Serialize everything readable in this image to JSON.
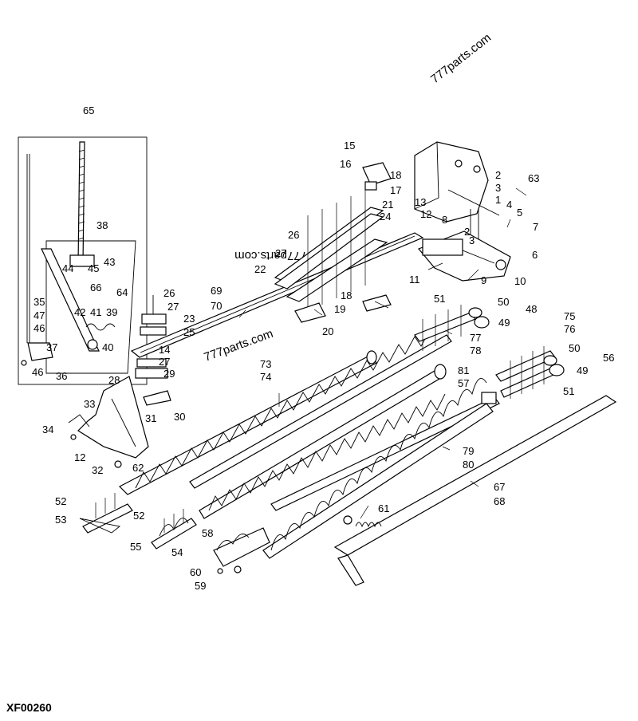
{
  "watermark": "777parts.com",
  "figure_code": "XF00260",
  "labels": [
    "65",
    "38",
    "44",
    "45",
    "43",
    "66",
    "64",
    "42",
    "41",
    "39",
    "40",
    "35",
    "47",
    "46",
    "37",
    "46",
    "36",
    "15",
    "16",
    "18",
    "17",
    "21",
    "24",
    "13",
    "12",
    "8",
    "2",
    "3",
    "1",
    "4",
    "5",
    "63",
    "7",
    "2",
    "3",
    "6",
    "11",
    "9",
    "10",
    "26",
    "27",
    "22",
    "18",
    "19",
    "20",
    "69",
    "70",
    "26",
    "27",
    "23",
    "25",
    "14",
    "27",
    "29",
    "28",
    "30",
    "31",
    "51",
    "50",
    "48",
    "49",
    "77",
    "78",
    "73",
    "74",
    "81",
    "57",
    "75",
    "76",
    "50",
    "56",
    "49",
    "51",
    "33",
    "34",
    "12",
    "32",
    "62",
    "79",
    "80",
    "52",
    "53",
    "52",
    "55",
    "54",
    "58",
    "61",
    "67",
    "68",
    "60",
    "59"
  ]
}
